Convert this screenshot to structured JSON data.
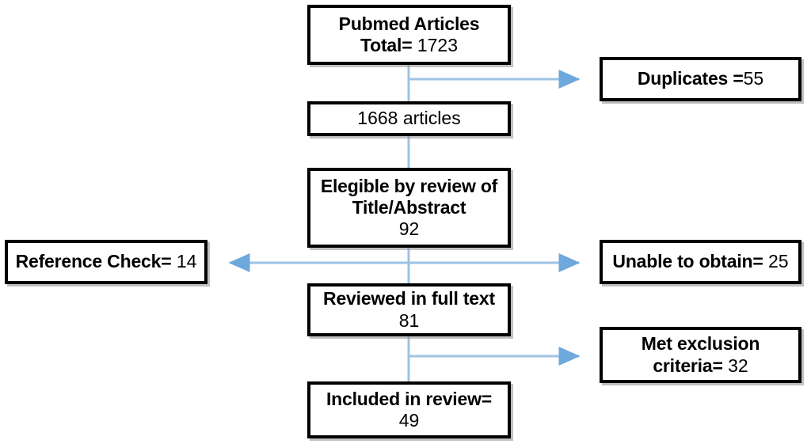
{
  "diagram": {
    "title": "PRISMA study selection flow diagram",
    "accent_color": "#9DC3E6",
    "box_border_color": "#000000",
    "background_color": "#FFFFFF"
  },
  "nodes": {
    "pubmed": {
      "line1_label": "Pubmed Articles",
      "line2_label": "Total=",
      "line2_value": "1723"
    },
    "after_duplicates": {
      "label": "1668 articles"
    },
    "duplicates": {
      "label": "Duplicates =",
      "value": "55"
    },
    "eligible": {
      "line1_label": "Elegible by review of",
      "line2_label": "Title/Abstract",
      "value": "92"
    },
    "reference_check": {
      "label": "Reference Check=",
      "value": "14"
    },
    "unable_to_obtain": {
      "label": "Unable to obtain=",
      "value": "25"
    },
    "full_text": {
      "label": "Reviewed in full text",
      "value": "81"
    },
    "met_exclusion": {
      "line1_label": "Met exclusion",
      "line2_label": "criteria=",
      "value": "32"
    },
    "included": {
      "label": "Included in review=",
      "value": "49"
    }
  },
  "connectors": [
    {
      "name": "pubmed-to-1668",
      "kind": "vertical-line"
    },
    {
      "name": "pubmed-to-duplicates",
      "kind": "arrow-right"
    },
    {
      "name": "1668-to-eligible",
      "kind": "vertical-line"
    },
    {
      "name": "eligible-to-fulltext",
      "kind": "vertical-line"
    },
    {
      "name": "eligible-to-reference-check",
      "kind": "arrow-left"
    },
    {
      "name": "eligible-to-unable-to-obtain",
      "kind": "arrow-right"
    },
    {
      "name": "fulltext-to-included",
      "kind": "vertical-line"
    },
    {
      "name": "fulltext-to-met-exclusion",
      "kind": "arrow-right"
    }
  ]
}
